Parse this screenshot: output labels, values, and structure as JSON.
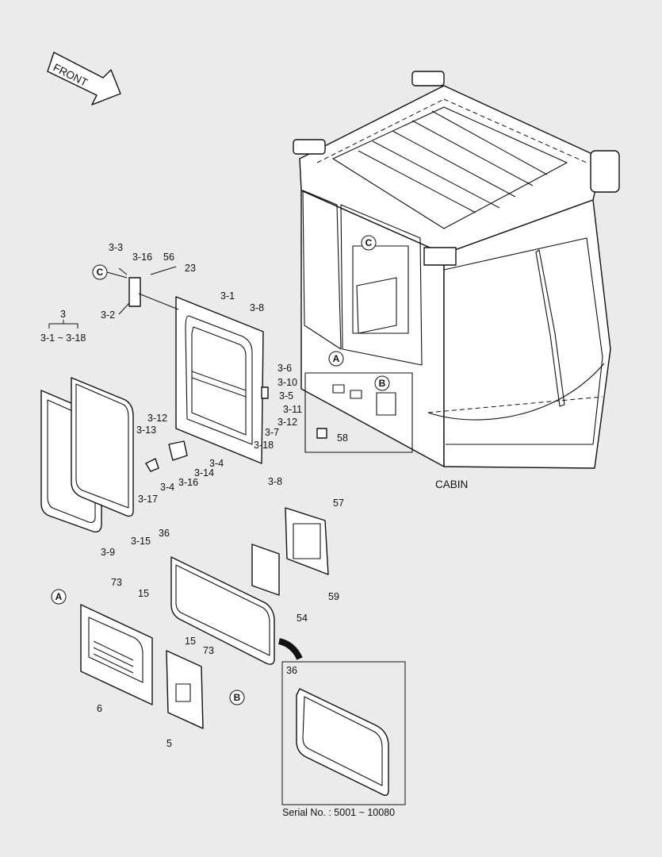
{
  "direction_arrow": {
    "label": "FRONT"
  },
  "assembly_title": "CABIN",
  "serial_note": "Serial No. : 5001 ~ 10080",
  "group": {
    "id": "3",
    "range": "3-1 ~ 3-18"
  },
  "callouts": [
    "A",
    "B",
    "C"
  ],
  "part_labels": {
    "p3_3": "3-3",
    "p3_16a": "3-16",
    "p56": "56",
    "p23": "23",
    "p3_2": "3-2",
    "p3_1": "3-1",
    "p3_8a": "3-8",
    "p3_6": "3-6",
    "p3_10": "3-10",
    "p3_5": "3-5",
    "p3_11": "3-11",
    "p3_7": "3-7",
    "p3_12a": "3-12",
    "p3_18": "3-18",
    "p3_12b": "3-12",
    "p3_13": "3-13",
    "p3_4a": "3-4",
    "p3_14": "3-14",
    "p3_4b": "3-4",
    "p3_16b": "3-16",
    "p3_17": "3-17",
    "p3_8b": "3-8",
    "p3_9": "3-9",
    "p3_15": "3-15",
    "p36a": "36",
    "p36b": "36",
    "p57": "57",
    "p58": "58",
    "p59": "59",
    "p54": "54",
    "p73a": "73",
    "p15a": "15",
    "p6": "6",
    "p15b": "15",
    "p73b": "73",
    "p5": "5"
  }
}
